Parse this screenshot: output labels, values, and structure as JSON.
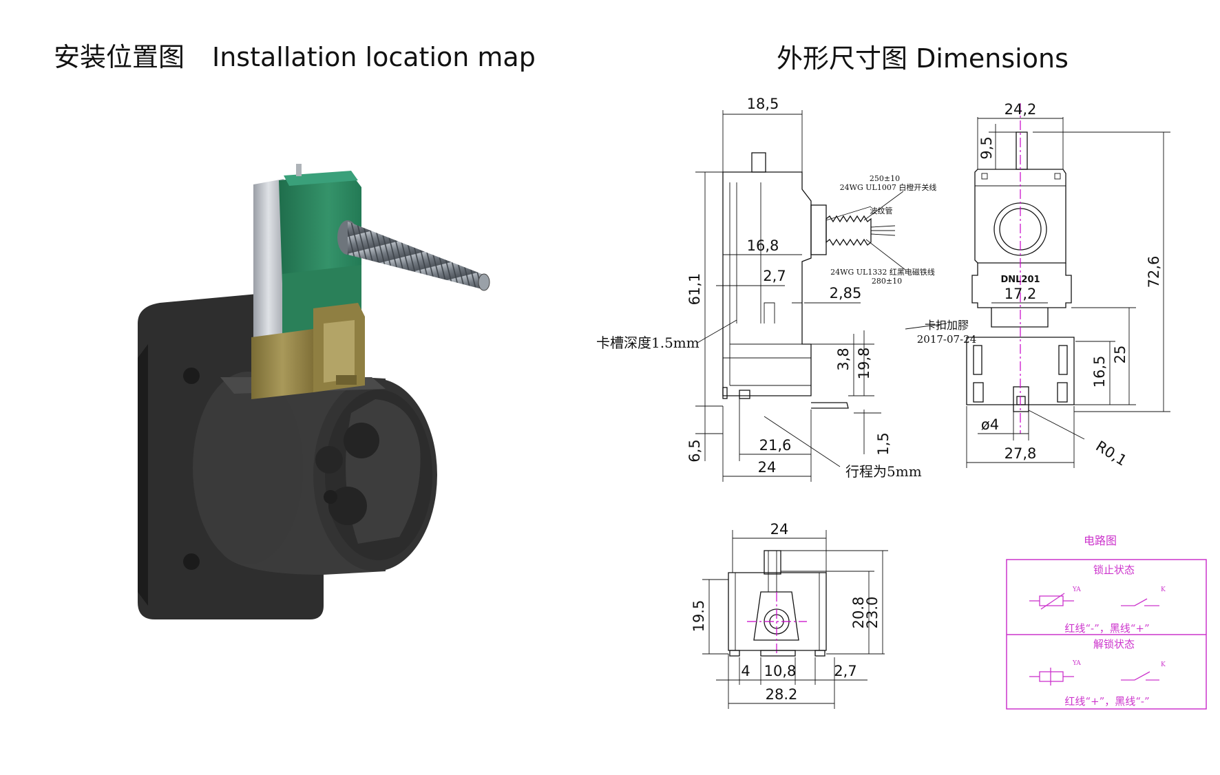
{
  "headings": {
    "install_cn": "安装位置图",
    "install_en": "Installation location map",
    "dimensions": "外形尺寸图 Dimensions"
  },
  "side_view": {
    "dims": {
      "top_width": "18,5",
      "inner_width": "16,8",
      "height": "61,1",
      "gap": "2,7",
      "step": "2,85",
      "h_3_8": "3,8",
      "h_19_8": "19,8",
      "bottom": "6,5",
      "w_21_6": "21,6",
      "w_24": "24",
      "stroke_h": "1,5"
    },
    "notes": {
      "wire1_len": "250±10",
      "wire1_spec": "24WG UL1007 白橙开关线",
      "bellows": "波纹管",
      "wire2_spec": "24WG UL1332 红黑电磁铁线",
      "wire2_len": "280±10",
      "slot_depth": "卡槽深度1.5mm",
      "clip_glue": "卡扣加膠",
      "date": "2017-07-24",
      "stroke": "行程为5mm"
    }
  },
  "front_view": {
    "dims": {
      "top_width": "24,2",
      "h_9_5": "9,5",
      "total_h": "72,6",
      "inner_w": "17,2",
      "h_25": "25",
      "h_16_5": "16,5",
      "pin_dia": "ø4",
      "bottom_w": "27,8",
      "radius": "R0,1"
    },
    "model": "DNL201"
  },
  "bottom_view": {
    "dims": {
      "top_w": "24",
      "h_19_5": "19.5",
      "h_20_8": "20.8",
      "h_23_0": "23.0",
      "w_4": "4",
      "w_10_8": "10,8",
      "w_2_7": "2,7",
      "w_28_2": "28.2"
    }
  },
  "circuit": {
    "title": "电路图",
    "locked_title": "锁止状态",
    "locked_desc": "红线“-”，黑线“+”",
    "unlocked_title": "解锁状态",
    "unlocked_desc": "红线“+”，黑线“-”",
    "coil_label": "YA",
    "switch_label": "K"
  },
  "colors": {
    "housing": "#3a3a3a",
    "switch_body": "#2f8a63",
    "bracket": "#9a8a4a",
    "spring": "#8a9199",
    "circuit": "#cc33cc"
  }
}
